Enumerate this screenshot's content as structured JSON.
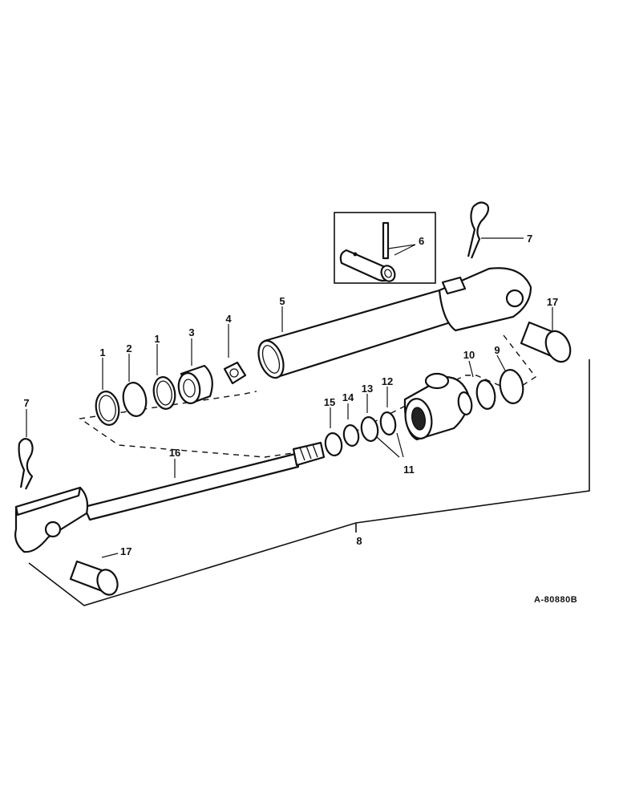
{
  "labels": {
    "p1a": "1",
    "p1b": "1",
    "p2": "2",
    "p3": "3",
    "p4": "4",
    "p5": "5",
    "p6": "6",
    "p7a": "7",
    "p7b": "7",
    "p8": "8",
    "p9": "9",
    "p10": "10",
    "p11": "11",
    "p12": "12",
    "p13": "13",
    "p14": "14",
    "p15": "15",
    "p16": "16",
    "p17a": "17",
    "p17b": "17"
  },
  "reference": "A-80880B"
}
